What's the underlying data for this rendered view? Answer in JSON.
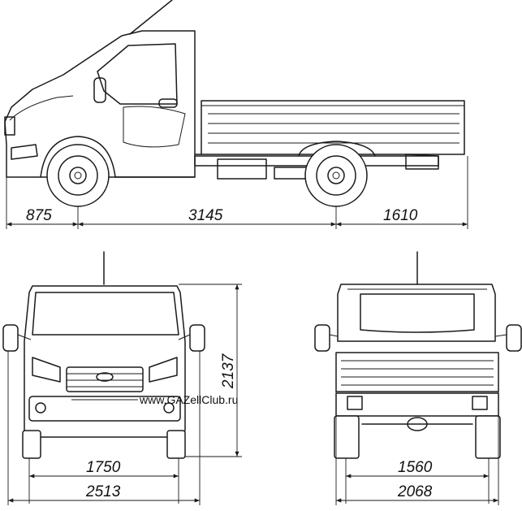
{
  "dimensions": {
    "front_overhang": "875",
    "wheelbase": "3145",
    "rear_overhang": "1610",
    "height": "2137",
    "front_track": "1750",
    "front_width": "2513",
    "rear_track": "1560",
    "rear_width": "2068"
  },
  "watermark": "www.GAZellClub.ru"
}
